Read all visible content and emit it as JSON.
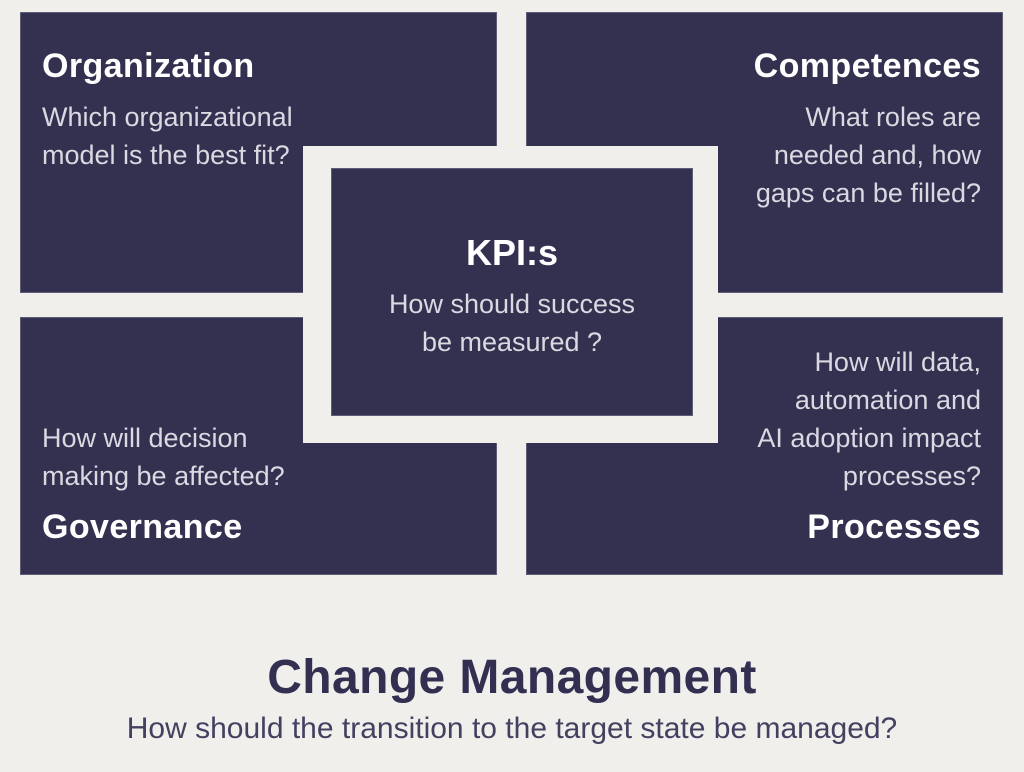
{
  "palette": {
    "background": "#f0efec",
    "panel": "#333050",
    "heading_text": "#ffffff",
    "body_text": "#dad9e1",
    "footer_title_text": "#322f51",
    "footer_subtitle_text": "#434060"
  },
  "panels": {
    "organization": {
      "title": "Organization",
      "lines": [
        "Which organizational",
        "model is the best fit?"
      ]
    },
    "competences": {
      "title": "Competences",
      "lines": [
        "What roles are",
        "needed and, how",
        "gaps can be filled?"
      ]
    },
    "kpis": {
      "title": "KPI:s",
      "lines": [
        "How should success",
        "be measured ?"
      ]
    },
    "governance": {
      "title": "Governance",
      "lines": [
        "How will decision",
        "making be affected?"
      ]
    },
    "processes": {
      "title": "Processes",
      "lines": [
        "How will data,",
        "automation and",
        "AI adoption impact",
        "processes?"
      ]
    }
  },
  "footer": {
    "title": "Change Management",
    "subtitle": "How should the transition to the target state be managed?"
  }
}
